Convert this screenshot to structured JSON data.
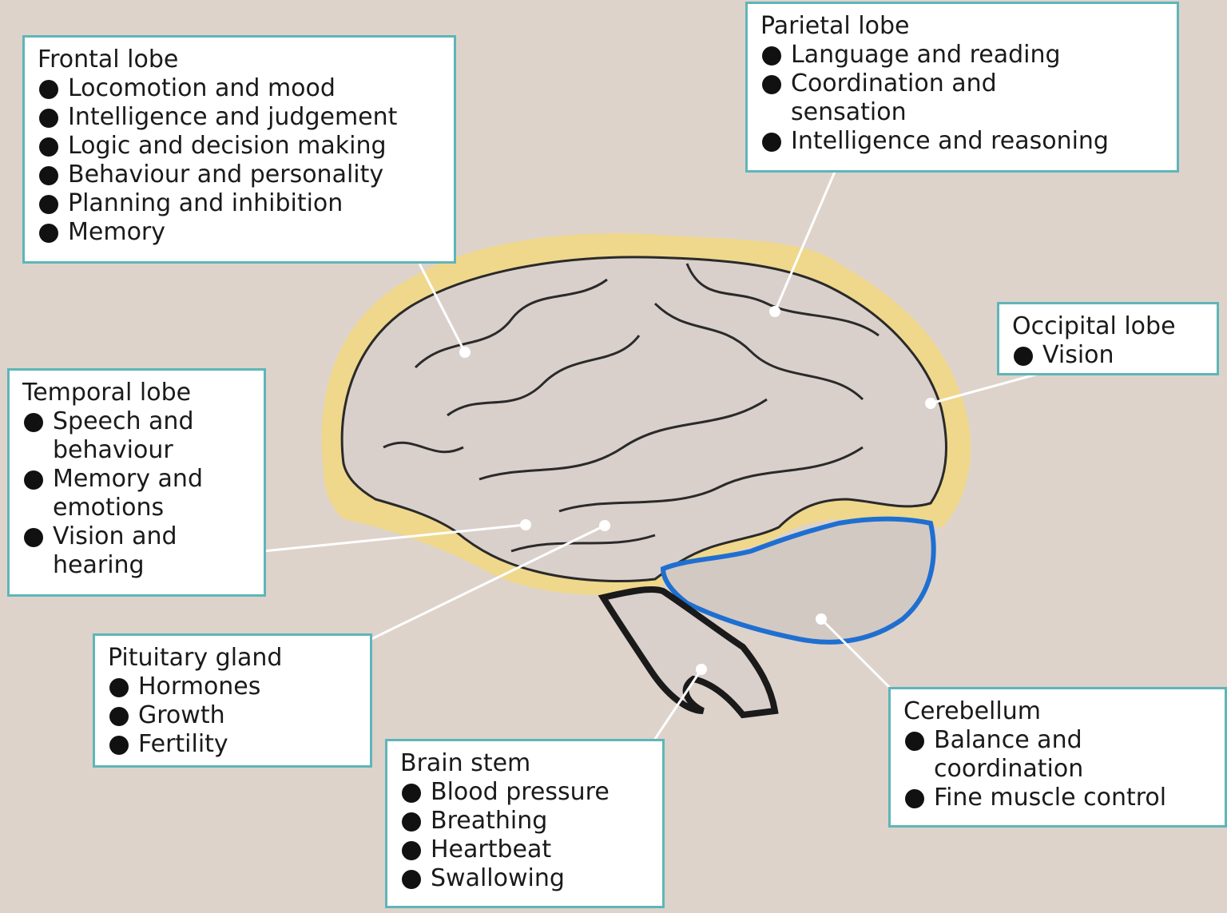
{
  "colors": {
    "background": "#ddd3cb",
    "box_border": "#5fb5b8",
    "cerebrum_highlight": "#efd88c",
    "brain_fill": "#d9d0cc",
    "brain_outline": "#2a2a2a",
    "cerebellum_outline": "#1f6fd1",
    "leader_line": "#ffffff"
  },
  "labels": {
    "frontal": {
      "title": "Frontal lobe",
      "items": [
        "Locomotion and mood",
        "Intelligence and judgement",
        "Logic and decision making",
        "Behaviour and personality",
        "Planning and inhibition",
        "Memory"
      ]
    },
    "parietal": {
      "title": "Parietal lobe",
      "items": [
        "Language and reading",
        "Coordination and\nsensation",
        "Intelligence and reasoning"
      ]
    },
    "occipital": {
      "title": "Occipital lobe",
      "items": [
        "Vision"
      ]
    },
    "temporal": {
      "title": "Temporal lobe",
      "items": [
        "Speech and\nbehaviour",
        "Memory and\nemotions",
        "Vision and\nhearing"
      ]
    },
    "pituitary": {
      "title": "Pituitary gland",
      "items": [
        "Hormones",
        "Growth",
        "Fertility"
      ]
    },
    "brainstem": {
      "title": "Brain stem",
      "items": [
        "Blood pressure",
        "Breathing",
        "Heartbeat",
        "Swallowing"
      ]
    },
    "cerebellum": {
      "title": "Cerebellum",
      "items": [
        "Balance and\ncoordination",
        "Fine muscle control"
      ]
    }
  }
}
